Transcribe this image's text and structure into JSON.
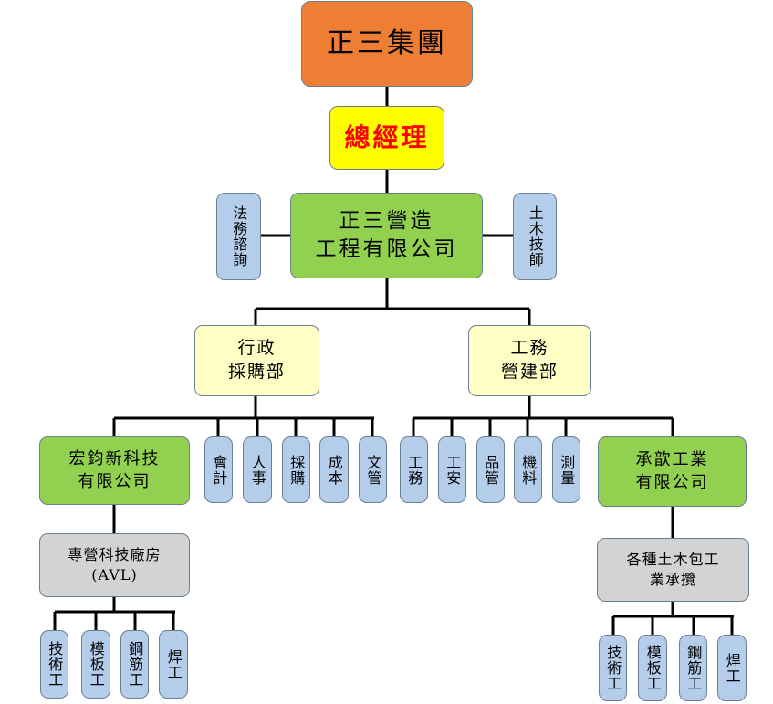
{
  "colors": {
    "orange": "#ef7e35",
    "yellow": "#ffff00",
    "red_text": "#ff0000",
    "green": "#92d050",
    "pale_yellow": "#ffffc5",
    "blue": "#b4cdea",
    "gray": "#d3d3d3",
    "line": "#000000"
  },
  "nodes": {
    "top": "正三集團",
    "gm": "總經理",
    "legal": "法務諮詢",
    "civil": "土木技師",
    "main": "正三營造\n工程有限公司",
    "admin": "行政\n採購部",
    "works": "工務\n營建部",
    "hongjun": "宏鈞新科技\n有限公司",
    "accounting": "會計",
    "hr": "人事",
    "purchase": "採購",
    "cost": "成本",
    "docs": "文管",
    "gongwu": "工務",
    "safety": "工安",
    "qc": "品管",
    "machinery": "機料",
    "survey": "測量",
    "chengxin": "承歆工業\n有限公司",
    "avl": "專營科技廠房\n(AVL)",
    "contract": "各種土木包工\n業承攬",
    "l_tech": "技術工",
    "l_form": "模板工",
    "l_rebar": "鋼筋工",
    "l_weld": "焊工",
    "r_tech": "技術工",
    "r_form": "模板工",
    "r_rebar": "鋼筋工",
    "r_weld": "焊工"
  }
}
